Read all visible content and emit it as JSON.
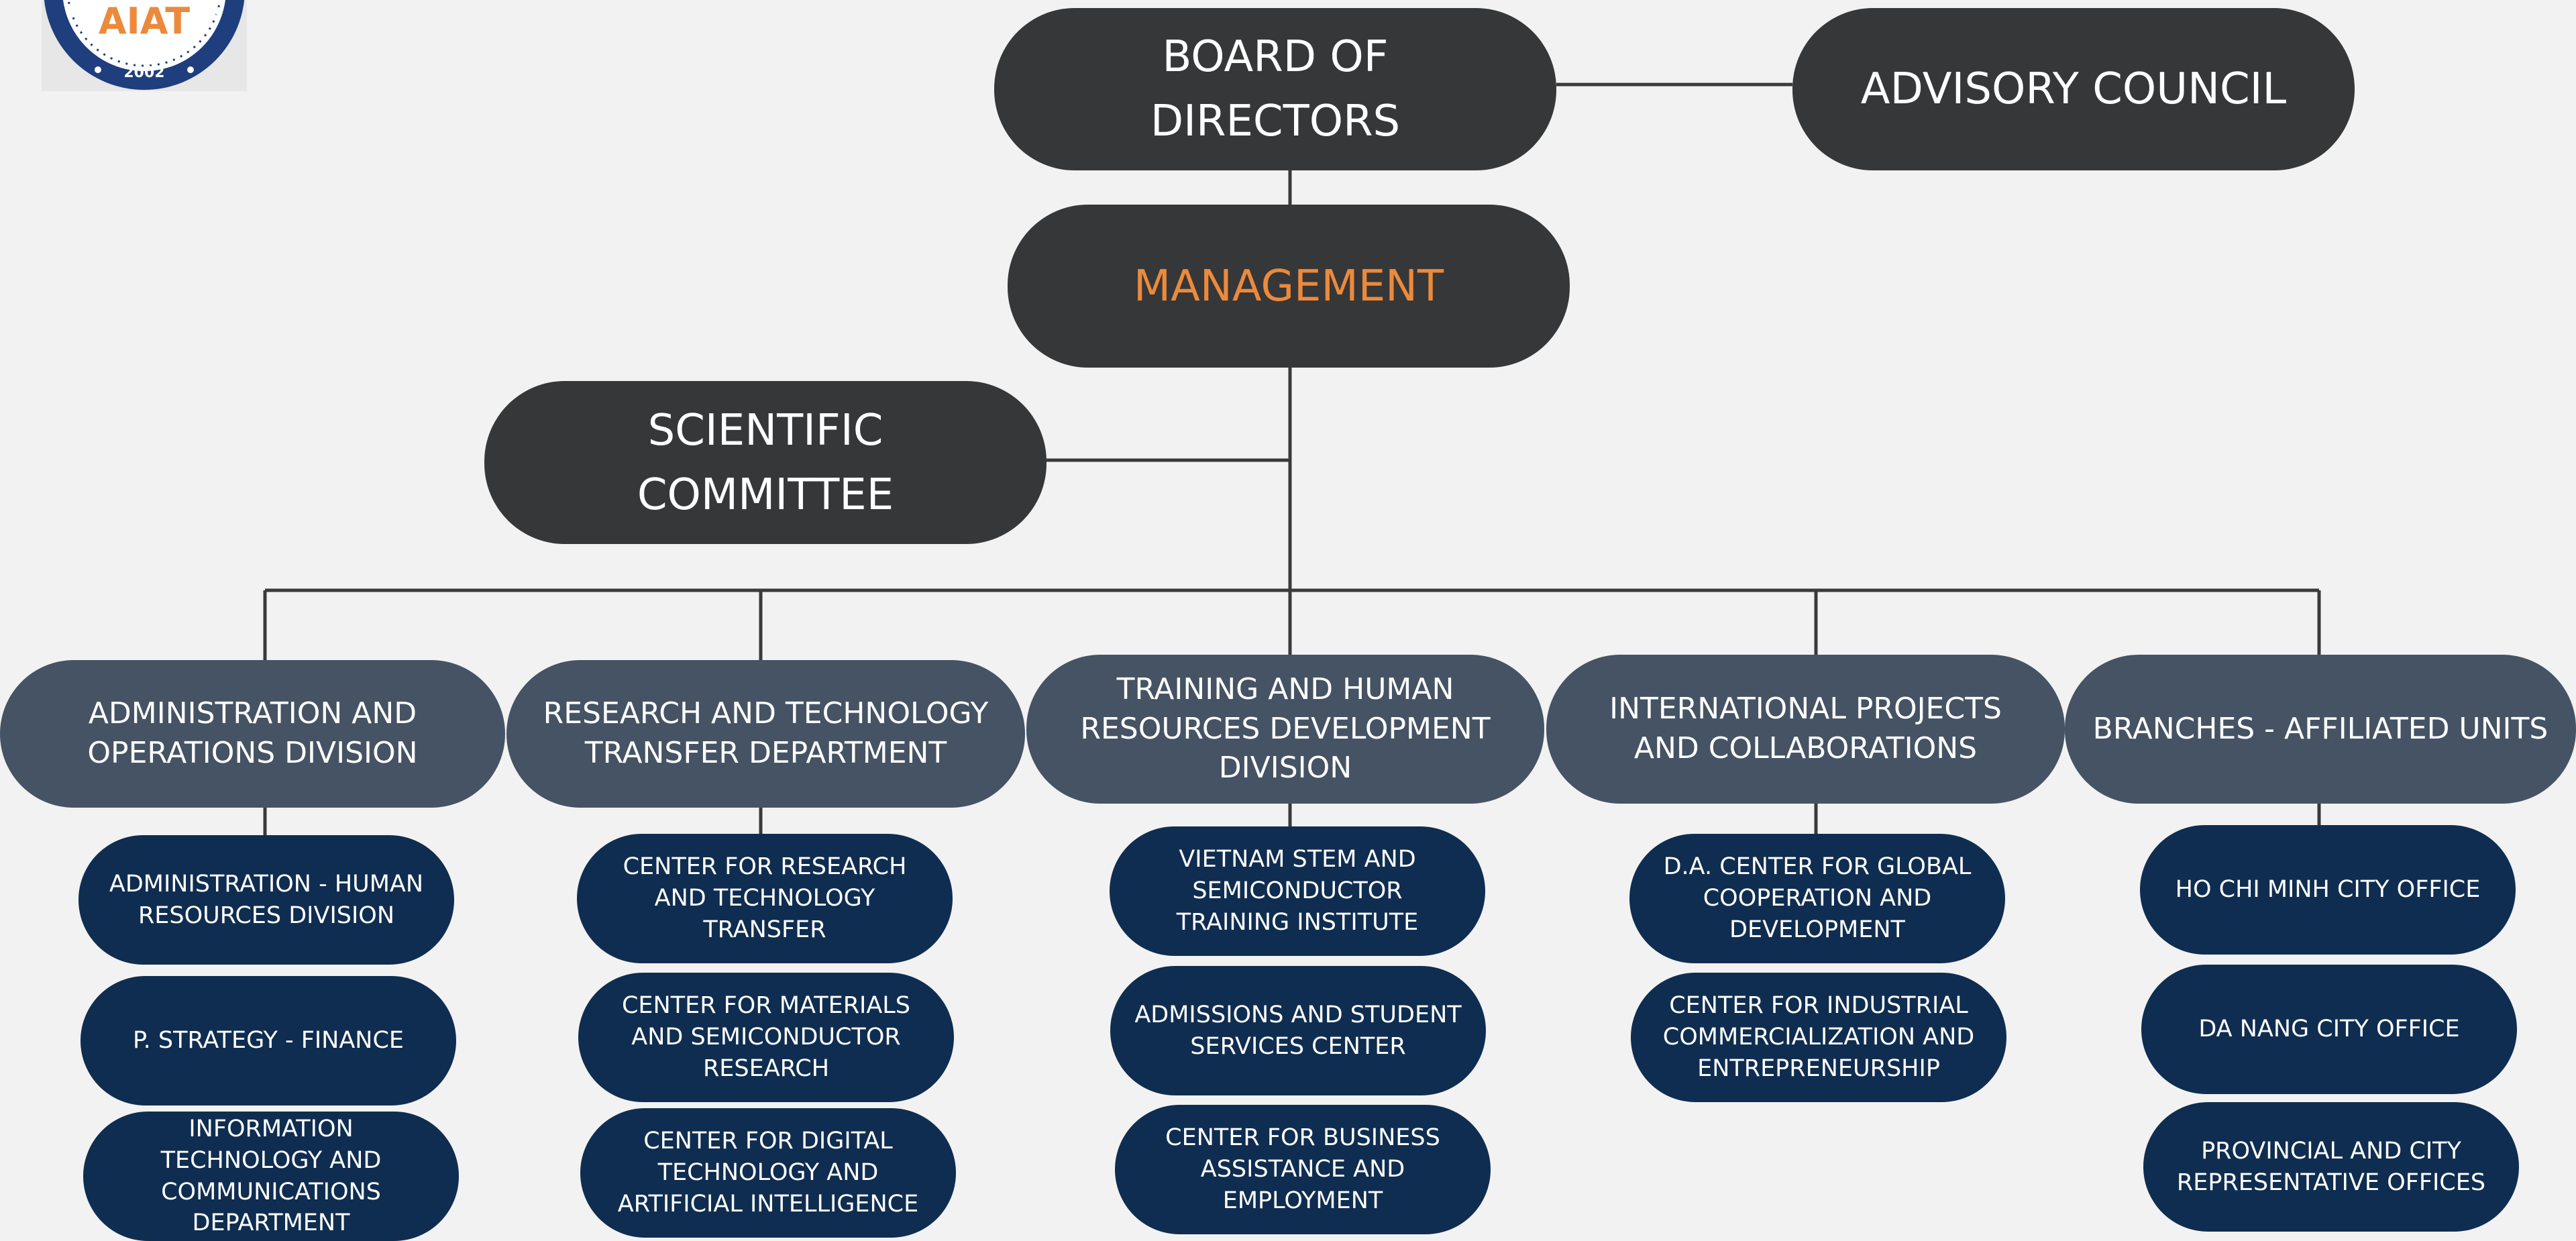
{
  "logo": {
    "text": "AIAT",
    "year": "2002",
    "colors": {
      "ring": "#1e3e7e",
      "accent": "#ec8a3c"
    }
  },
  "top": {
    "board": "BOARD OF\nDIRECTORS",
    "advisory": "ADVISORY COUNCIL",
    "management": "MANAGEMENT",
    "scientific": "SCIENTIFIC\nCOMMITTEE"
  },
  "divisions": [
    {
      "title": "ADMINISTRATION AND\nOPERATIONS DIVISION",
      "units": [
        "ADMINISTRATION - HUMAN\nRESOURCES DIVISION",
        "P. STRATEGY - FINANCE",
        "INFORMATION\nTECHNOLOGY AND\nCOMMUNICATIONS\nDEPARTMENT"
      ]
    },
    {
      "title": "RESEARCH AND TECHNOLOGY\nTRANSFER DEPARTMENT",
      "units": [
        "CENTER FOR RESEARCH\nAND TECHNOLOGY\nTRANSFER",
        "CENTER FOR MATERIALS\nAND SEMICONDUCTOR\nRESEARCH",
        "CENTER FOR DIGITAL\nTECHNOLOGY AND\nARTIFICIAL INTELLIGENCE"
      ]
    },
    {
      "title": "TRAINING AND HUMAN\nRESOURCES DEVELOPMENT\nDIVISION",
      "units": [
        "VIETNAM STEM AND\nSEMICONDUCTOR\nTRAINING INSTITUTE",
        "ADMISSIONS AND STUDENT\nSERVICES CENTER",
        "CENTER FOR BUSINESS\nASSISTANCE AND\nEMPLOYMENT"
      ]
    },
    {
      "title": "INTERNATIONAL PROJECTS\nAND COLLABORATIONS",
      "units": [
        "D.A. CENTER FOR GLOBAL\nCOOPERATION AND\nDEVELOPMENT",
        "CENTER FOR INDUSTRIAL\nCOMMERCIALIZATION AND\nENTREPRENEURSHIP"
      ]
    },
    {
      "title": "BRANCHES - AFFILIATED UNITS",
      "units": [
        "HO CHI MINH CITY OFFICE",
        "DA NANG CITY OFFICE",
        "PROVINCIAL AND CITY\nREPRESENTATIVE OFFICES"
      ]
    }
  ],
  "colors": {
    "background": "#f2f2f2",
    "top_box": "#363738",
    "division_box": "#455364",
    "unit_box": "#0f2d50",
    "accent_text": "#ec8a3c",
    "connector": "#3a3a3a"
  }
}
